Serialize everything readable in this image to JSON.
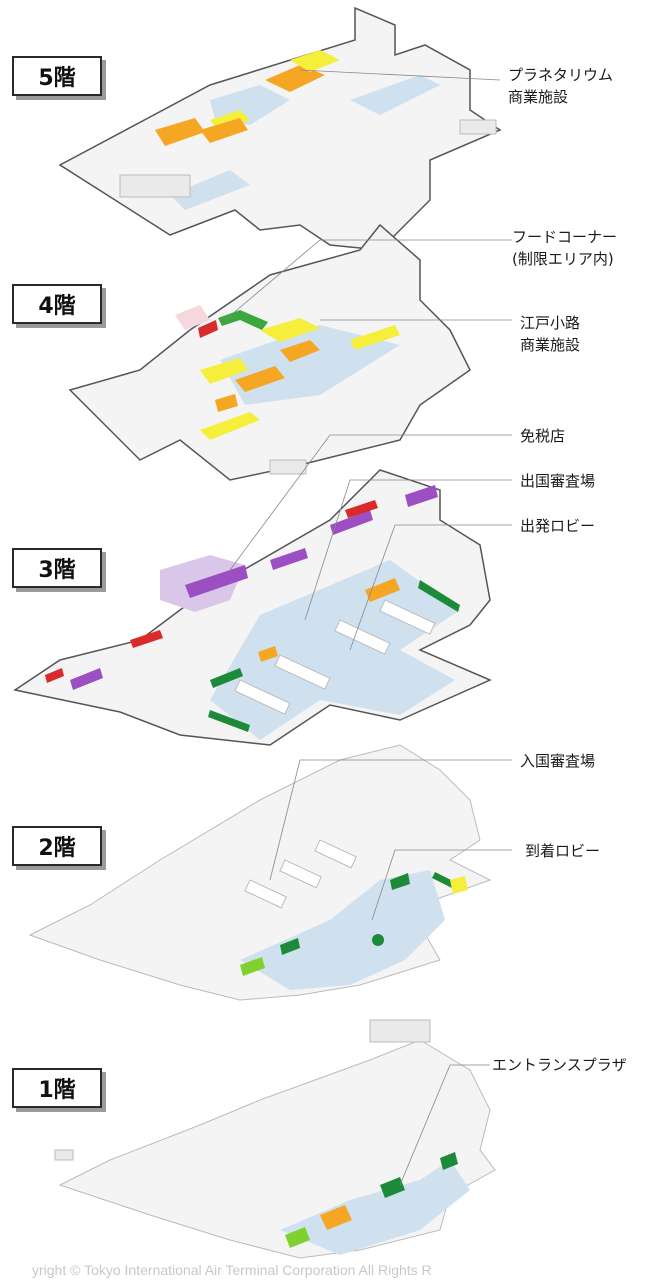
{
  "floors": [
    {
      "id": "5f",
      "label": "5階"
    },
    {
      "id": "4f",
      "label": "4階"
    },
    {
      "id": "3f",
      "label": "3階"
    },
    {
      "id": "2f",
      "label": "2階"
    },
    {
      "id": "1f",
      "label": "1階"
    }
  ],
  "annotations": {
    "planetarium": "プラネタリウム",
    "commercial_5f": "商業施設",
    "food_court": "フードコーナー",
    "restricted_area": "(制限エリア内)",
    "edo_koji": "江戸小路",
    "commercial_4f": "商業施設",
    "duty_free": "免税店",
    "departure_immigration": "出国審査場",
    "departure_lobby": "出発ロビー",
    "arrival_immigration": "入国審査場",
    "arrival_lobby": "到着ロビー",
    "entrance_plaza": "エントランスプラザ"
  },
  "copyright": "yright © Tokyo International Air Terminal Corporation All Rights R",
  "colors": {
    "commercial": "#f5a623",
    "shop_yellow": "#f5ee3a",
    "food": "#3aa83a",
    "duty_free": "#9b4fc2",
    "red": "#d92b2b",
    "lobby": "#cfe0ef",
    "slab": "#f4f4f4",
    "outline": "#555555"
  }
}
